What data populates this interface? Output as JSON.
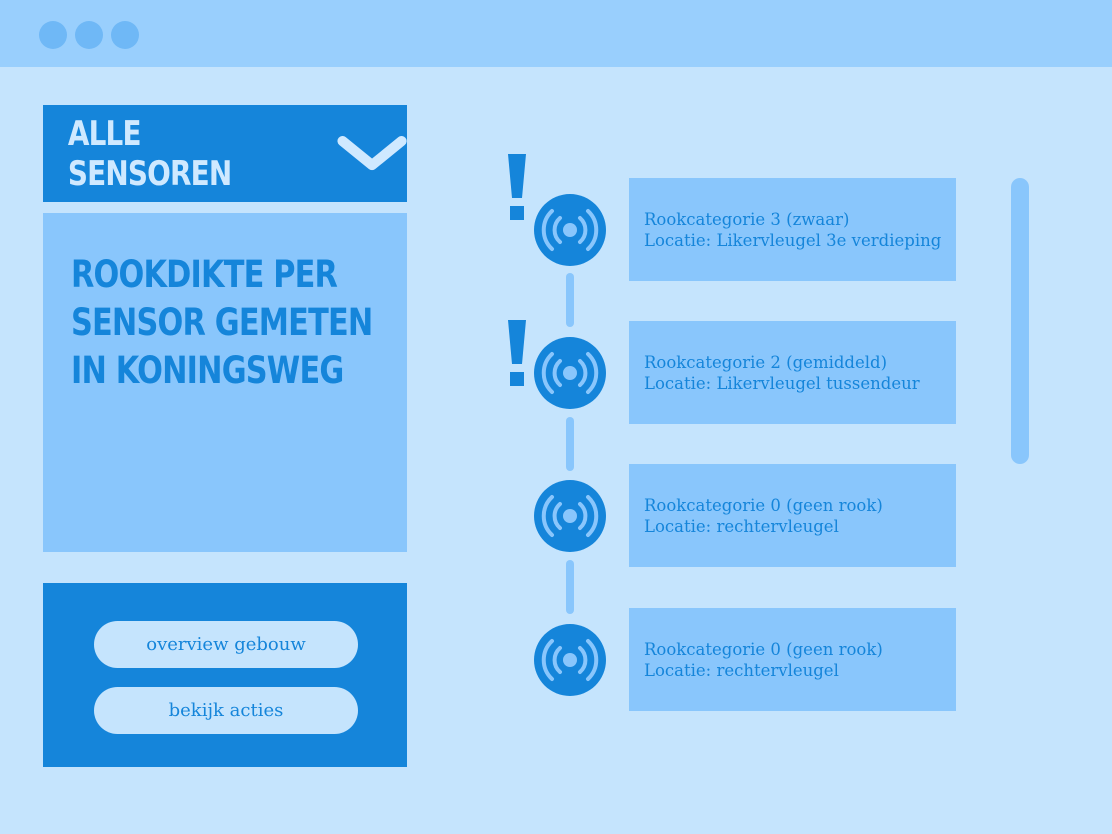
{
  "window": {
    "controls": [
      "window-dot-1",
      "window-dot-2",
      "window-dot-3"
    ]
  },
  "filter": {
    "label": "Alle sensoren",
    "icon": "chevron-down-icon"
  },
  "info": {
    "title": "Rookdikte per sensor gemeten in Koningsweg"
  },
  "actions": {
    "overview_label": "overview gebouw",
    "acties_label": "bekijk acties"
  },
  "sensors": [
    {
      "category": "Rookcategorie 3 (zwaar)",
      "location": "Locatie: Likervleugel 3e verdieping",
      "alert": true,
      "icon": "sensor-signal-icon"
    },
    {
      "category": "Rookcategorie 2 (gemiddeld)",
      "location": "Locatie: Likervleugel tussendeur",
      "alert": true,
      "icon": "sensor-signal-icon"
    },
    {
      "category": "Rookcategorie 0 (geen rook)",
      "location": "Locatie: rechtervleugel",
      "alert": false,
      "icon": "sensor-signal-icon"
    },
    {
      "category": "Rookcategorie 0 (geen rook)",
      "location": "Locatie: rechtervleugel",
      "alert": false,
      "icon": "sensor-signal-icon"
    }
  ],
  "colors": {
    "background": "#c5e4fd",
    "titlebar": "#99cffd",
    "accent": "#1585da",
    "panel": "#89c6fc"
  }
}
